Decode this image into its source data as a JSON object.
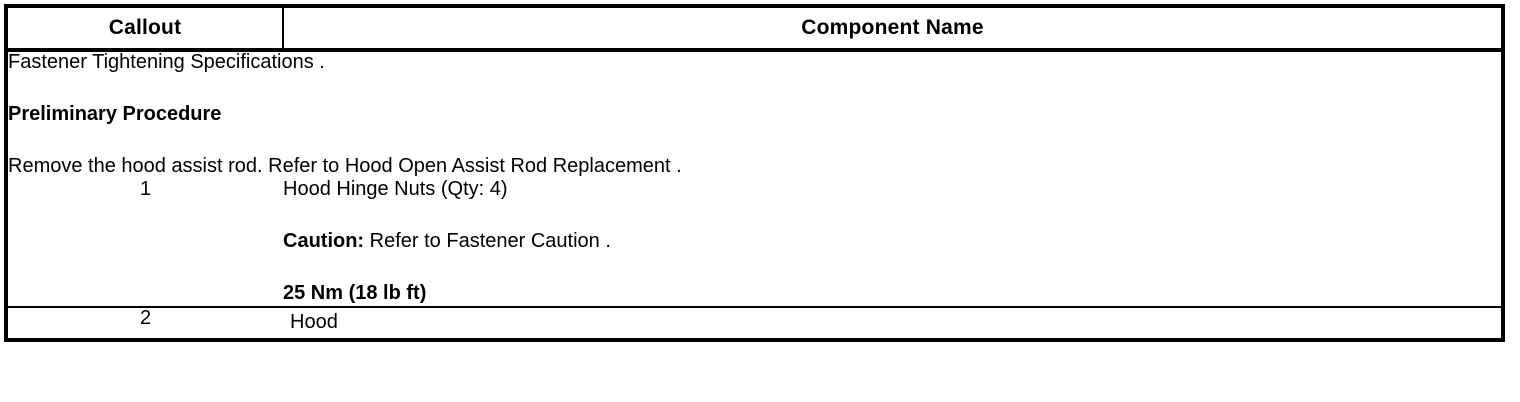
{
  "table": {
    "headers": {
      "callout": "Callout",
      "component_name": "Component Name"
    },
    "description_row": {
      "line1": "Fastener Tightening Specifications .",
      "line2": "Preliminary Procedure",
      "line3": "Remove the hood assist rod. Refer to Hood Open Assist Rod Replacement ."
    },
    "rows": [
      {
        "callout": "1",
        "name_line1": "Hood Hinge Nuts (Qty: 4)",
        "caution_label": "Caution:",
        "caution_text": " Refer to Fastener Caution .",
        "torque": "25 Nm (18 lb ft)"
      },
      {
        "callout": "2",
        "name_line1": "Hood"
      }
    ]
  },
  "style": {
    "border_color": "#000000",
    "text_color": "#000000",
    "background": "#ffffff"
  }
}
